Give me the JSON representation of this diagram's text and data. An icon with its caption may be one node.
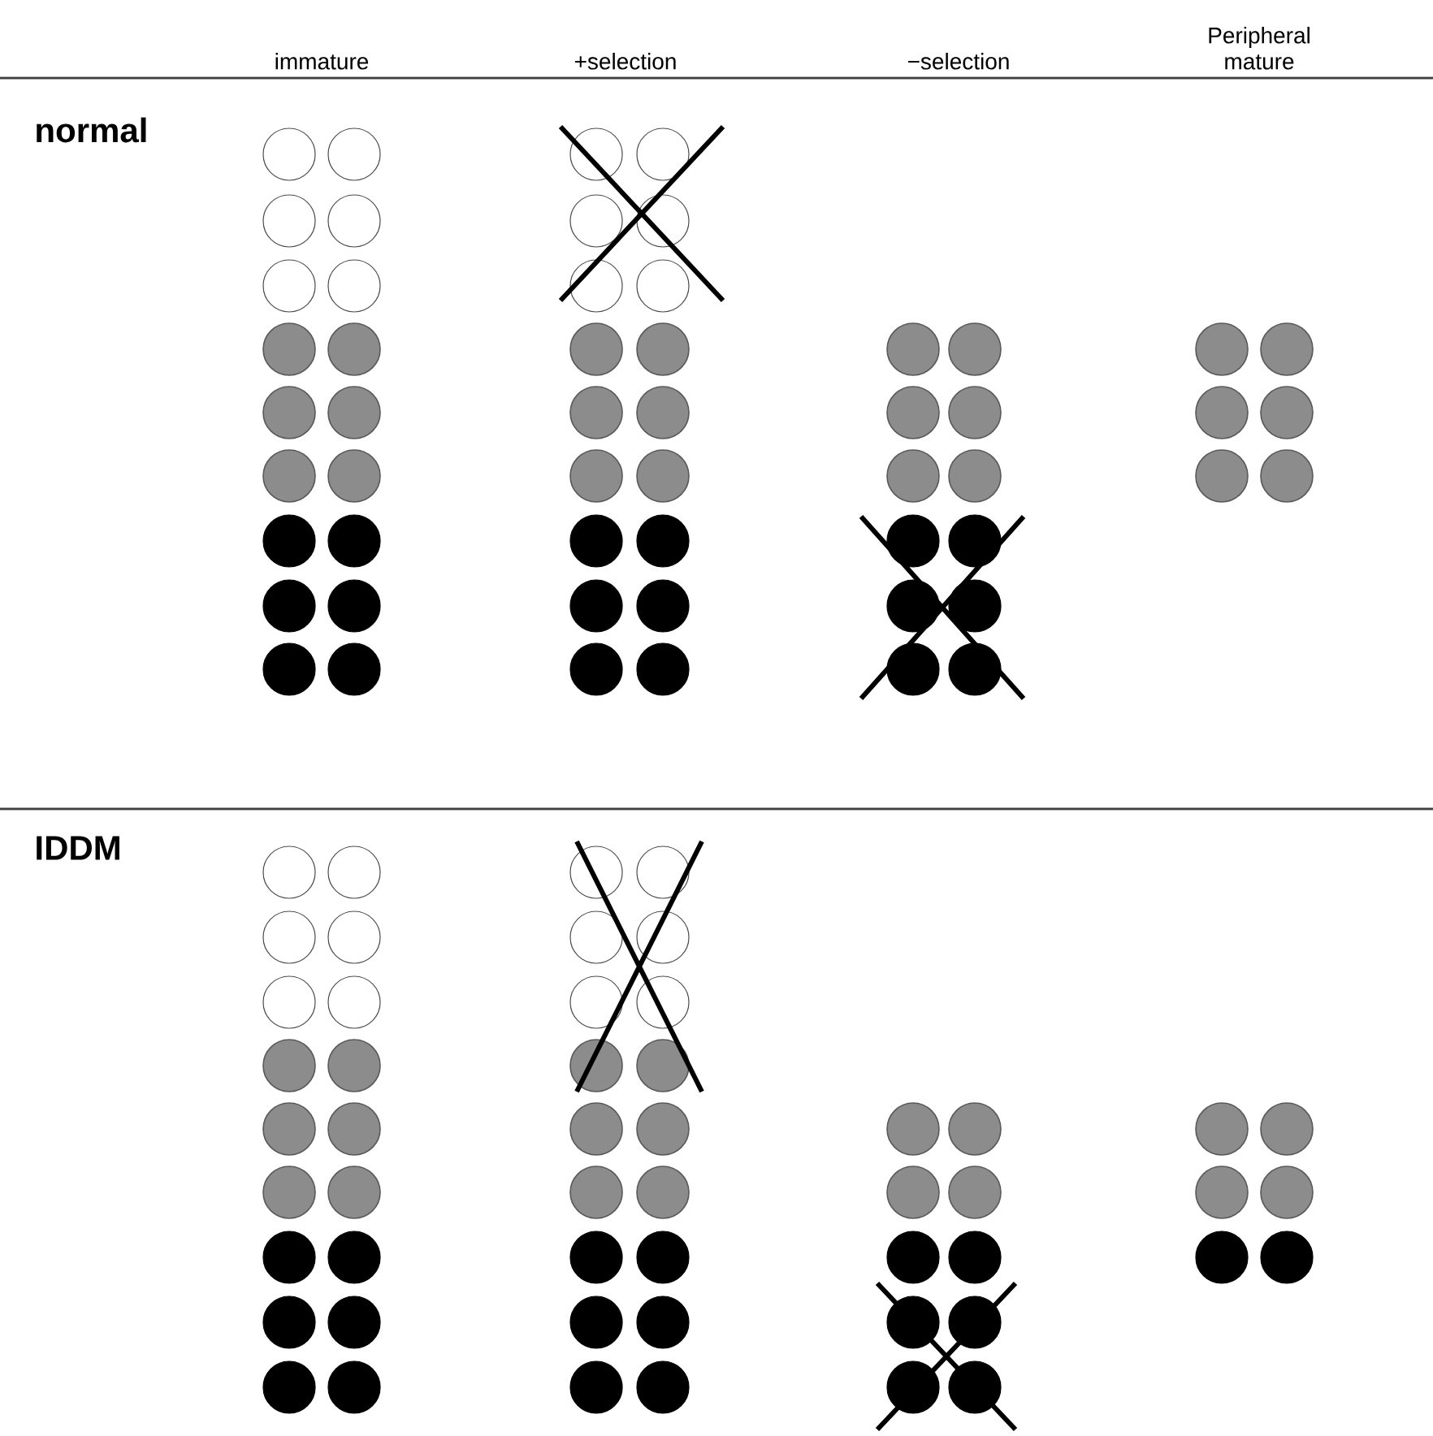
{
  "diagram": {
    "labels": [
      "immature",
      "+selection",
      "−selection",
      "Peripheral mature",
      "normal",
      "IDDM"
    ]
  }
}
